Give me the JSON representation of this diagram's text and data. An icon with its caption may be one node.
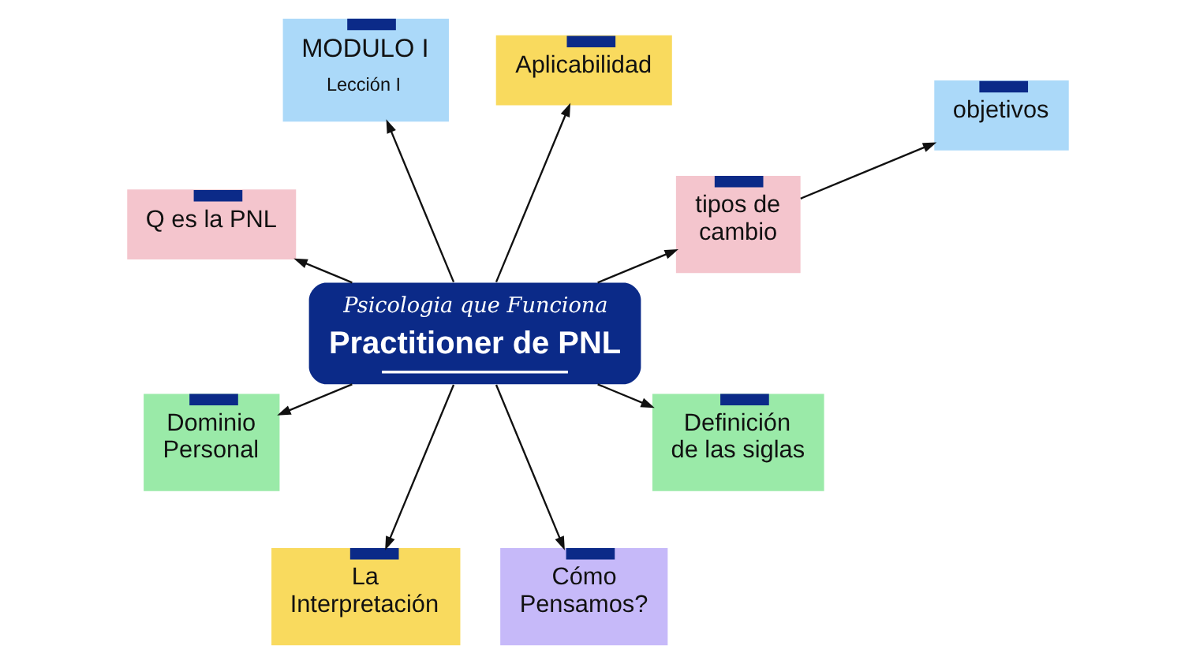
{
  "diagram": {
    "nodes": [
      {
        "text": [
          "Psicologia que Funciona",
          "Practitioner de PNL"
        ]
      },
      {
        "text": [
          "MODULO I",
          "Lección I"
        ]
      },
      {
        "text": [
          "Aplicabilidad"
        ]
      },
      {
        "text": [
          "tipos de cambio"
        ]
      },
      {
        "text": [
          "objetivos"
        ]
      },
      {
        "text": [
          "Definición de las siglas"
        ]
      },
      {
        "text": [
          "Cómo Pensamos?"
        ]
      },
      {
        "text": [
          "La Interpretación"
        ]
      },
      {
        "text": [
          "Dominio Personal"
        ]
      },
      {
        "text": [
          "Q es la PNL"
        ]
      }
    ],
    "edges": [
      {
        "from": 0,
        "to": 1,
        "arrow": "to"
      },
      {
        "from": 0,
        "to": 2,
        "arrow": "to"
      },
      {
        "from": 0,
        "to": 3,
        "arrow": "to"
      },
      {
        "from": 3,
        "to": 4,
        "arrow": "to"
      },
      {
        "from": 0,
        "to": 5,
        "arrow": "to"
      },
      {
        "from": 0,
        "to": 6,
        "arrow": "to"
      },
      {
        "from": 0,
        "to": 7,
        "arrow": "to"
      },
      {
        "from": 0,
        "to": 8,
        "arrow": "to"
      },
      {
        "from": 0,
        "to": 9,
        "arrow": "to"
      }
    ]
  }
}
